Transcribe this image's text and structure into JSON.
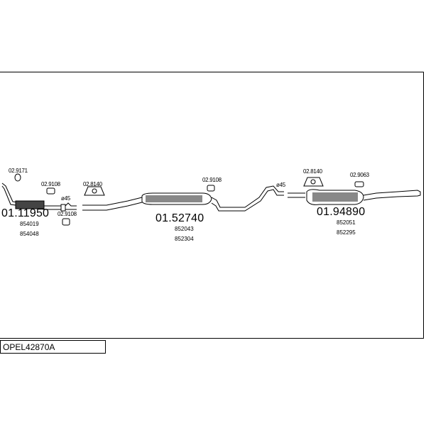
{
  "model_code": "OPEL42870A",
  "groups": [
    {
      "part_number": "01.11950",
      "refs": [
        "854019",
        "854048"
      ],
      "hardware": [
        "02.9171",
        "02.9108",
        "02.9108",
        "02.8140"
      ],
      "diameter": "ø45"
    },
    {
      "part_number": "01.52740",
      "refs": [
        "852043",
        "852304"
      ],
      "hardware": [
        "02.9108"
      ],
      "diameter": "ø45"
    },
    {
      "part_number": "01.94890",
      "refs": [
        "852051",
        "852295"
      ],
      "hardware": [
        "02.8140",
        "02.9063"
      ]
    }
  ]
}
